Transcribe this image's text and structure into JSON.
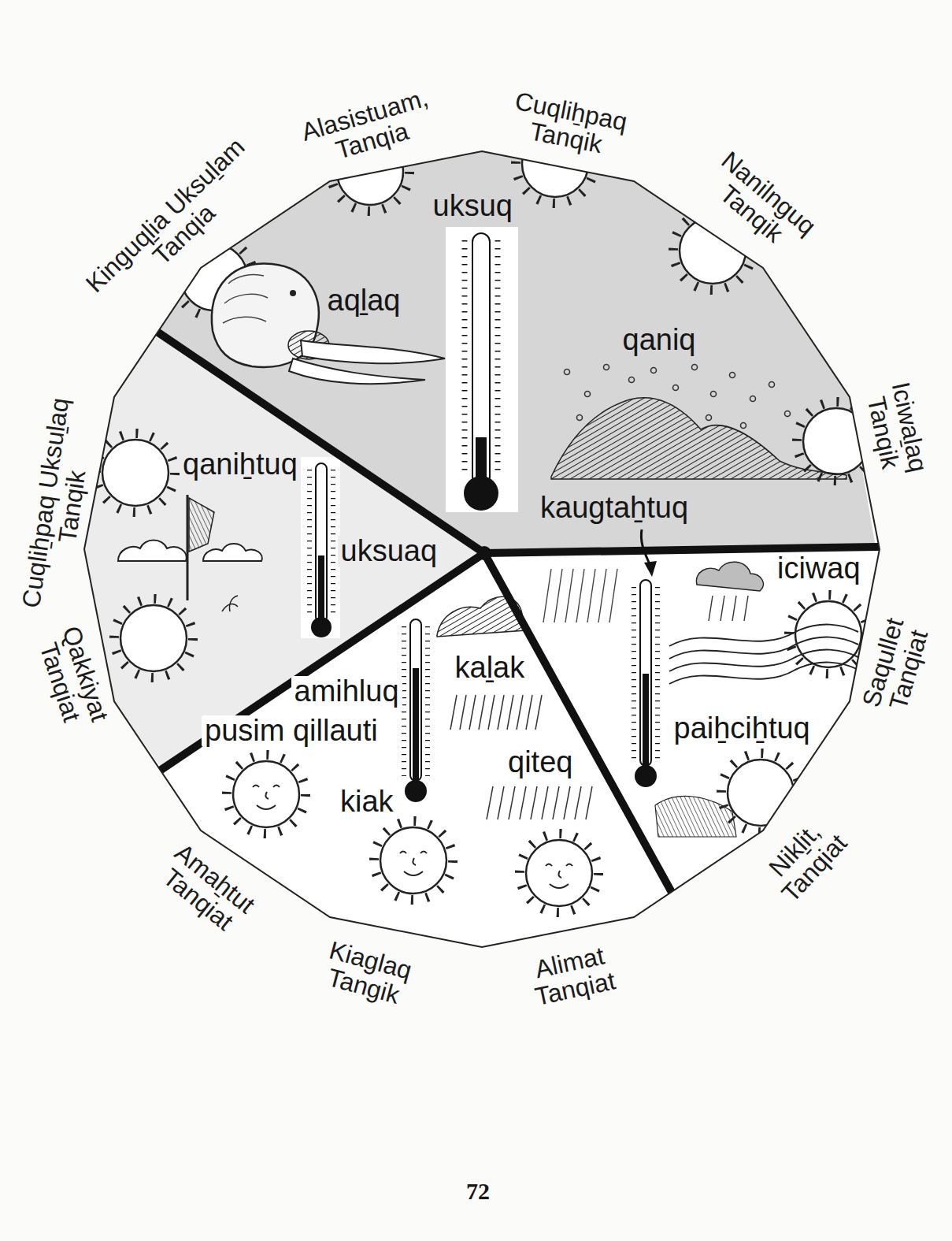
{
  "diagram": {
    "labels": [
      "Cuqliẖpaq Tanqik",
      "Nanilnguq Tanqik",
      "Iciwaḻaq Tanqik",
      "Saqullet Tanqiat",
      "Nikḻit, Tanqiat",
      "Alimat Tanqiat",
      "Kiaglaq Tangik",
      "Amaẖtut Tanqiat",
      "Qakkiyat Tanqiat",
      "Cuqliẖpaq Uksuḻaq Tanqik",
      "Kinguqḻia Uksuḻam Tanqia",
      "Alasistuam, Tanqia",
      "uksuq",
      "aqḻaq",
      "qaniq",
      "qaniẖtuq",
      "uksuaq",
      "kaugtaẖtuq",
      "iciwaq",
      "paiẖciẖtuq",
      "amihluq",
      "kaḻak",
      "pusim qillauti",
      "kiak",
      "qiteq",
      "72"
    ]
  }
}
